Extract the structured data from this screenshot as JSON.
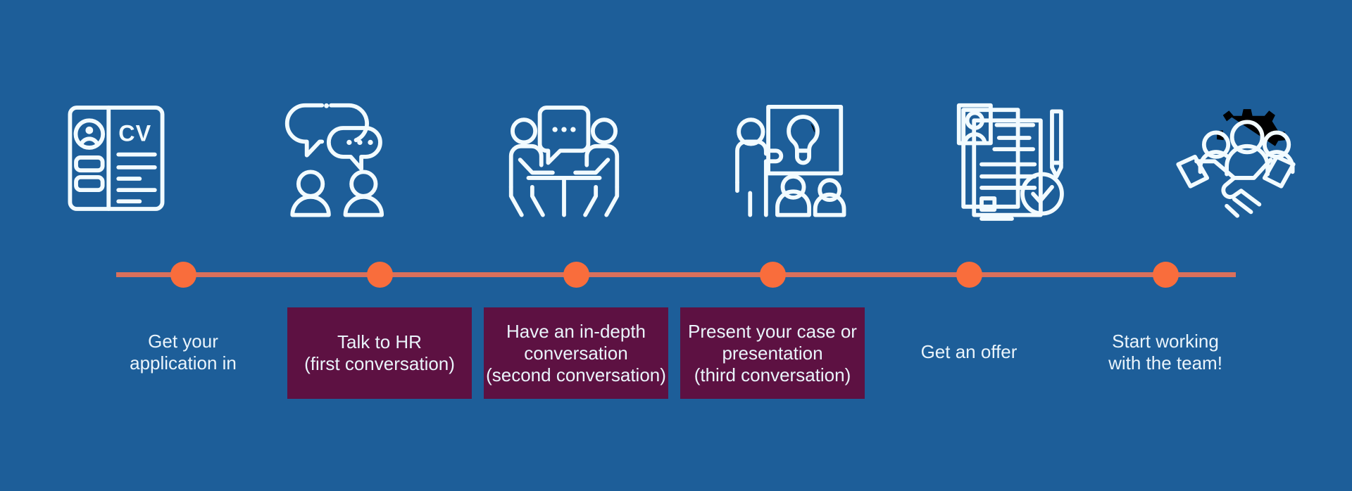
{
  "page": {
    "type": "hiring-process-timeline",
    "background_color": "#1d5e99",
    "line_color": "#d9705c",
    "dot_color": "#f96d3c",
    "box_color": "#5d1142",
    "text_color": "#eaf4fb"
  },
  "timeline": {
    "steps": [
      {
        "index": 1,
        "icon": "cv-document-icon",
        "boxed": false,
        "lines": [
          "Get your",
          "application in"
        ]
      },
      {
        "index": 2,
        "icon": "speech-bubbles-two-people-icon",
        "boxed": true,
        "lines": [
          "Talk to HR",
          "(first conversation)"
        ]
      },
      {
        "index": 3,
        "icon": "meeting-table-conversation-icon",
        "boxed": true,
        "lines": [
          "Have an in-depth",
          "conversation",
          "(second conversation)"
        ]
      },
      {
        "index": 4,
        "icon": "presentation-lightbulb-icon",
        "boxed": true,
        "lines": [
          "Present your case or",
          "presentation",
          "(third conversation)"
        ]
      },
      {
        "index": 5,
        "icon": "contract-signed-check-icon",
        "boxed": false,
        "lines": [
          "Get an offer"
        ]
      },
      {
        "index": 6,
        "icon": "handshake-team-gear-icon",
        "boxed": false,
        "lines": [
          "Start working",
          "with the team!"
        ]
      }
    ],
    "cv_icon_text": "CV"
  }
}
